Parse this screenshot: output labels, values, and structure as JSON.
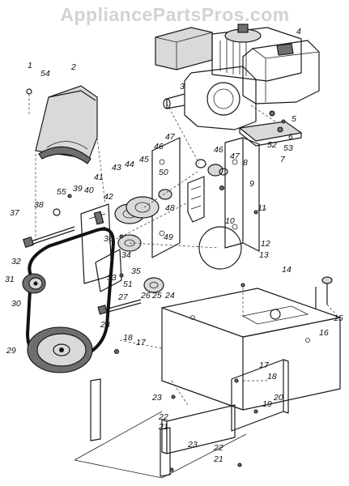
{
  "watermark": "AppliancePartsPros.com",
  "labels": [
    {
      "id": "1",
      "text": "1"
    },
    {
      "id": "54",
      "text": "54"
    },
    {
      "id": "2",
      "text": "2"
    },
    {
      "id": "3",
      "text": "3"
    },
    {
      "id": "4",
      "text": "4"
    },
    {
      "id": "5",
      "text": "5"
    },
    {
      "id": "6",
      "text": "6"
    },
    {
      "id": "52",
      "text": "52"
    },
    {
      "id": "53",
      "text": "53"
    },
    {
      "id": "7",
      "text": "7"
    },
    {
      "id": "47a",
      "text": "47"
    },
    {
      "id": "46a",
      "text": "46"
    },
    {
      "id": "46b",
      "text": "46"
    },
    {
      "id": "47b",
      "text": "47"
    },
    {
      "id": "8",
      "text": "8"
    },
    {
      "id": "45",
      "text": "45"
    },
    {
      "id": "44",
      "text": "44"
    },
    {
      "id": "43",
      "text": "43"
    },
    {
      "id": "50",
      "text": "50"
    },
    {
      "id": "41",
      "text": "41"
    },
    {
      "id": "39",
      "text": "39"
    },
    {
      "id": "40",
      "text": "40"
    },
    {
      "id": "42",
      "text": "42"
    },
    {
      "id": "55",
      "text": "55"
    },
    {
      "id": "38",
      "text": "38"
    },
    {
      "id": "9",
      "text": "9"
    },
    {
      "id": "11",
      "text": "11"
    },
    {
      "id": "48",
      "text": "48"
    },
    {
      "id": "10",
      "text": "10"
    },
    {
      "id": "37",
      "text": "37"
    },
    {
      "id": "49",
      "text": "49"
    },
    {
      "id": "36",
      "text": "36"
    },
    {
      "id": "12",
      "text": "12"
    },
    {
      "id": "34",
      "text": "34"
    },
    {
      "id": "13",
      "text": "13"
    },
    {
      "id": "32",
      "text": "32"
    },
    {
      "id": "33",
      "text": "33"
    },
    {
      "id": "35",
      "text": "35"
    },
    {
      "id": "14",
      "text": "14"
    },
    {
      "id": "31",
      "text": "31"
    },
    {
      "id": "51",
      "text": "51"
    },
    {
      "id": "30",
      "text": "30"
    },
    {
      "id": "27",
      "text": "27"
    },
    {
      "id": "26",
      "text": "26"
    },
    {
      "id": "25",
      "text": "25"
    },
    {
      "id": "24",
      "text": "24"
    },
    {
      "id": "28",
      "text": "28"
    },
    {
      "id": "15",
      "text": "15"
    },
    {
      "id": "16",
      "text": "16"
    },
    {
      "id": "18a",
      "text": "18"
    },
    {
      "id": "17a",
      "text": "17"
    },
    {
      "id": "29",
      "text": "29"
    },
    {
      "id": "17b",
      "text": "17"
    },
    {
      "id": "18b",
      "text": "18"
    },
    {
      "id": "20",
      "text": "20"
    },
    {
      "id": "19",
      "text": "19"
    },
    {
      "id": "23a",
      "text": "23"
    },
    {
      "id": "22a",
      "text": "22"
    },
    {
      "id": "21a",
      "text": "21"
    },
    {
      "id": "23b",
      "text": "23"
    },
    {
      "id": "22b",
      "text": "22"
    },
    {
      "id": "21b",
      "text": "21"
    }
  ]
}
